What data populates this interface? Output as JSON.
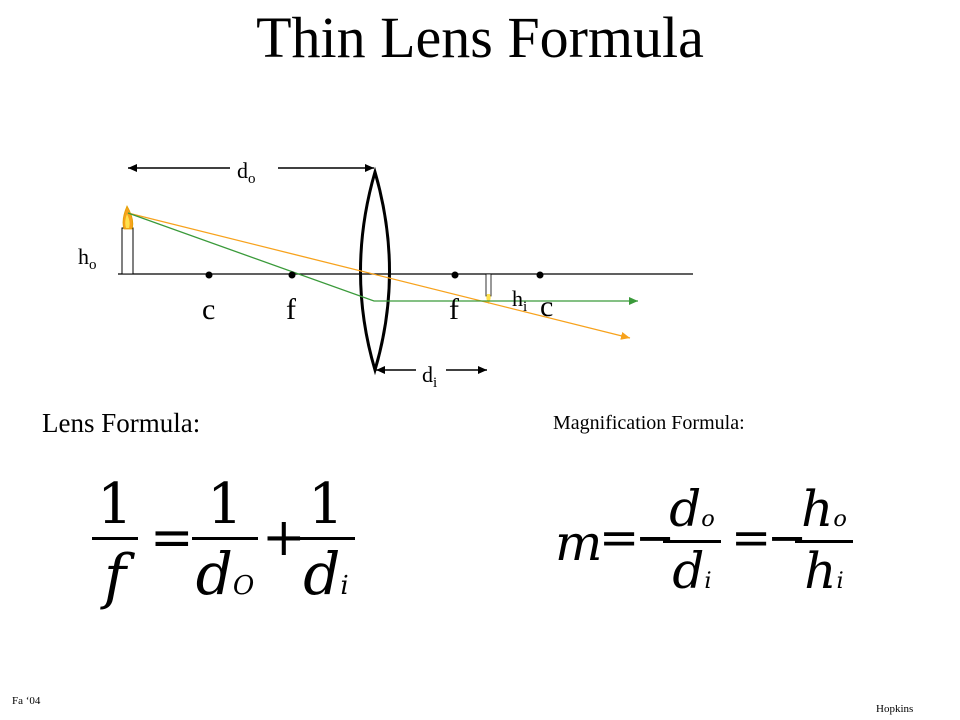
{
  "title": "Thin Lens Formula",
  "diagram": {
    "labels": {
      "do_base": "d",
      "do_sub": "o",
      "ho_base": "h",
      "ho_sub": "o",
      "hi_base": "h",
      "hi_sub": "i",
      "di_base": "d",
      "di_sub": "i"
    },
    "points": {
      "c_left": "c",
      "f_left": "f",
      "f_right": "f",
      "c_right": "c"
    },
    "colors": {
      "ray_orange": "#f7a21c",
      "ray_green": "#3a9a3a",
      "flame": "#f7a21c"
    }
  },
  "lens_formula": {
    "heading": "Lens Formula:",
    "lhs_num": "1",
    "lhs_den": "f",
    "eq": "=",
    "t1_num": "1",
    "t1_den": "d",
    "t1_sub": "O",
    "plus": "+",
    "t2_num": "1",
    "t2_den": "d",
    "t2_sub": "i"
  },
  "magnification_formula": {
    "heading": "Magnification Formula:",
    "m": "m",
    "eq1": "=",
    "minus1": "−",
    "f1_num": "d",
    "f1_num_sub": "o",
    "f1_den": "d",
    "f1_den_sub": "i",
    "eq2": "=",
    "minus2": "−",
    "f2_num": "h",
    "f2_num_sub": "o",
    "f2_den": "h",
    "f2_den_sub": "i"
  },
  "footer": {
    "left": "Fa ‘04",
    "right": "Hopkins"
  }
}
